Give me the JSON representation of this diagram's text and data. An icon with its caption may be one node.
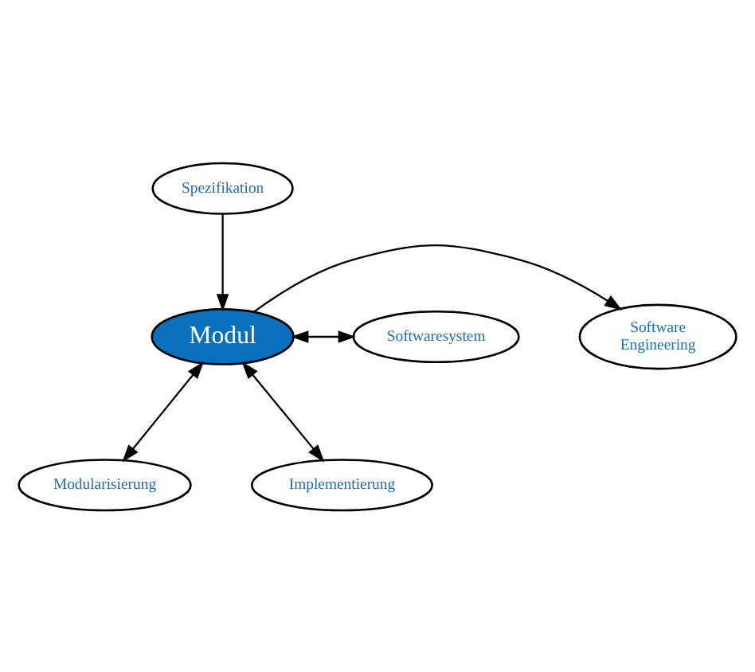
{
  "diagram": {
    "nodes": [
      {
        "text": [
          "Spezifikation"
        ]
      },
      {
        "text": [
          "Software Engineering"
        ]
      },
      {
        "text": [
          "Softwaresystem"
        ]
      },
      {
        "text": [
          "Modul"
        ]
      },
      {
        "text": [
          "Modularisierung"
        ]
      },
      {
        "text": [
          "Implementierung"
        ]
      }
    ],
    "edges": [
      {
        "from": 0,
        "to": 3,
        "arrow": "to"
      },
      {
        "from": 3,
        "to": 1,
        "arrow": "to"
      },
      {
        "from": 3,
        "to": 2,
        "arrow": "both"
      },
      {
        "from": 3,
        "to": 4,
        "arrow": "both"
      },
      {
        "from": 3,
        "to": 5,
        "arrow": "both"
      }
    ]
  }
}
